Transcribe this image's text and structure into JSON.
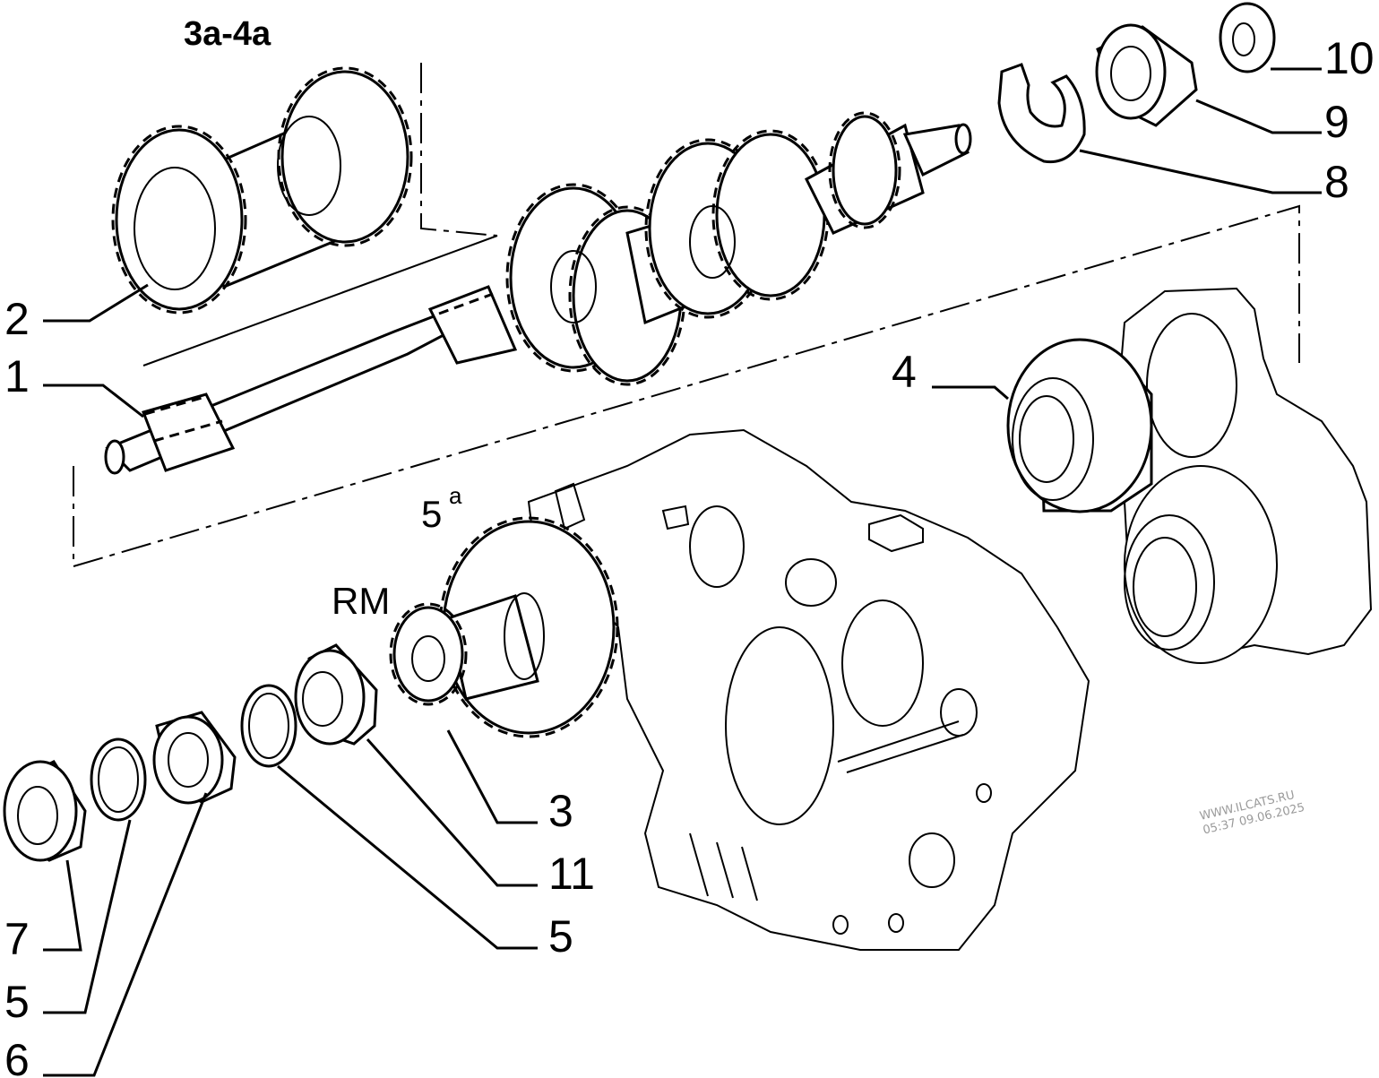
{
  "diagram": {
    "callouts": {
      "group_3a_4a": "3a-4a",
      "part_1": "1",
      "part_2": "2",
      "part_3": "3",
      "part_4": "4",
      "part_5_fifth": "5",
      "part_5_fifth_sup": "a",
      "part_rm": "RM",
      "part_5_lower_a": "5",
      "part_5_lower_b": "5",
      "part_6": "6",
      "part_7": "7",
      "part_8": "8",
      "part_9": "9",
      "part_10": "10",
      "part_11": "11"
    },
    "watermark": {
      "site": "WWW.ILCATS.RU",
      "timestamp": "05:37 09.06.2025"
    }
  }
}
